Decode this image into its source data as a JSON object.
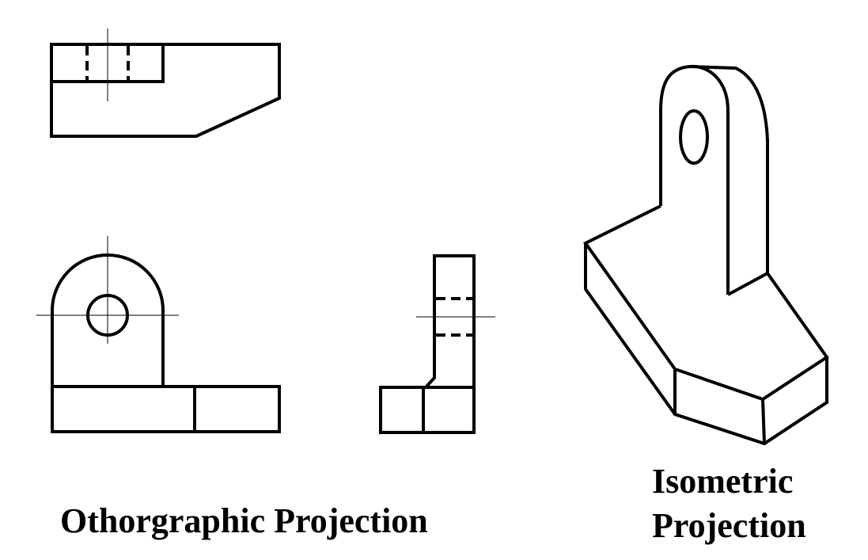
{
  "labels": {
    "orthographic": "Othorgraphic Projection",
    "isometric_line1": "Isometric",
    "isometric_line2": "Projection"
  },
  "colors": {
    "background": "#ffffff",
    "ink": "#000000"
  }
}
